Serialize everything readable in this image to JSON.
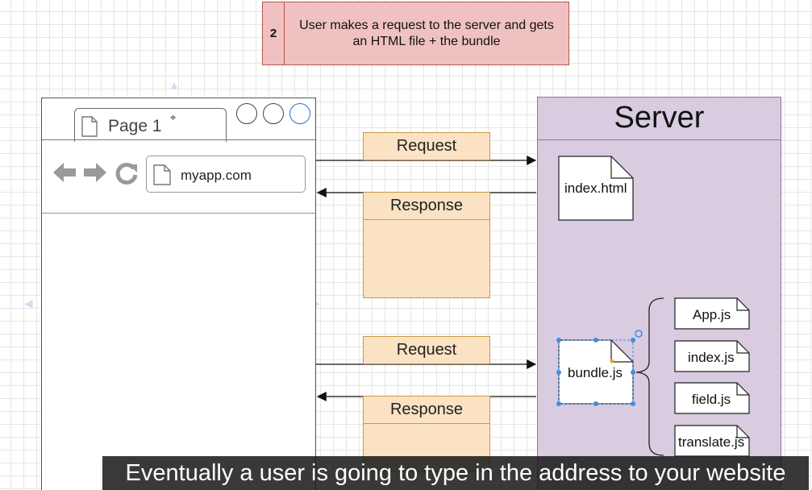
{
  "step": {
    "number": "2",
    "text": "User makes a request to the server and gets an HTML file + the bundle"
  },
  "browser": {
    "tab_label": "Page 1",
    "tab_marker": "⌖",
    "address": "myapp.com"
  },
  "messages": {
    "request_1": "Request",
    "response_1": "Response",
    "request_2": "Request",
    "response_2": "Response"
  },
  "server": {
    "title": "Server",
    "index_file": "index.html",
    "bundle_file": "bundle.js",
    "bundle_contents": [
      "App.js",
      "index.js",
      "field.js",
      "translate.js"
    ]
  },
  "caption": "Eventually a user is going to type in the address to your website",
  "colors": {
    "step_fill": "#f0c1c1",
    "message_fill": "#fae2c3",
    "server_fill": "#d9cbe0",
    "selection": "#3d8fe0"
  }
}
